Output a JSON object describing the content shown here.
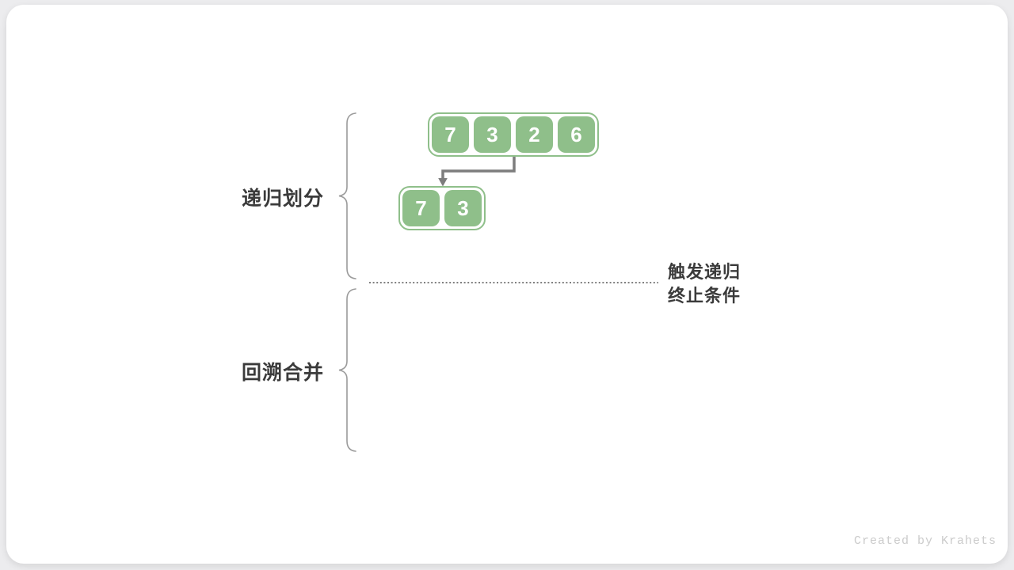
{
  "page": {
    "watermark": "Created by Krahets"
  },
  "sections": [
    {
      "id": "recursive-divide",
      "label": "递归划分"
    },
    {
      "id": "backtrack-merge",
      "label": "回溯合并"
    }
  ],
  "annotation": {
    "line1": "触发递归",
    "line2": "终止条件"
  },
  "arrays": {
    "level1": {
      "values": [
        "7",
        "3",
        "2",
        "6"
      ]
    },
    "level2": {
      "values": [
        "7",
        "3"
      ]
    }
  },
  "icons": {
    "arrow": "elbow-arrow-down-icon",
    "braces": "curly-brace-left"
  },
  "colors": {
    "page_bg": "#ECECEE",
    "card_bg": "#FFFFFF",
    "cell_green": "#8FBF8A",
    "container_border_green": "#8FBF8A",
    "arrow_gray": "#7D7D7D",
    "brace_gray": "#9B9B9B",
    "dotted_line": "#7F7F7F",
    "text_dark": "#3B3B3B",
    "watermark_gray": "#CBCBCB"
  }
}
